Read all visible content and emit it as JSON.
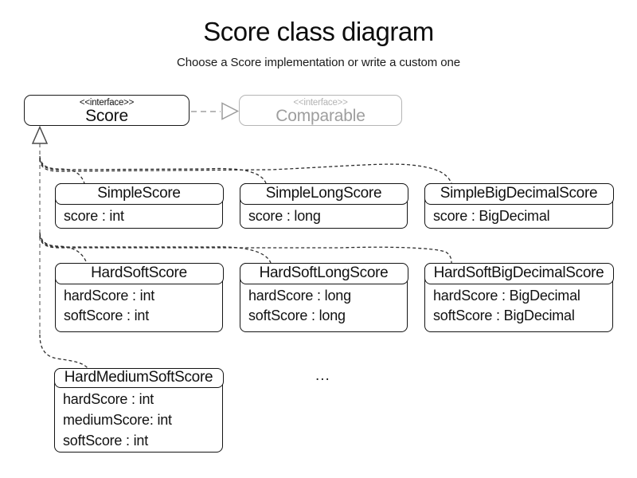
{
  "header": {
    "title": "Score class diagram",
    "subtitle": "Choose a Score implementation or write a custom one"
  },
  "interfaces": {
    "score": {
      "stereotype": "<<interface>>",
      "name": "Score"
    },
    "comparable": {
      "stereotype": "<<interface>>",
      "name": "Comparable"
    }
  },
  "classes": [
    {
      "name": "SimpleScore",
      "attributes": [
        "score : int"
      ]
    },
    {
      "name": "SimpleLongScore",
      "attributes": [
        "score : long"
      ]
    },
    {
      "name": "SimpleBigDecimalScore",
      "attributes": [
        "score : BigDecimal"
      ]
    },
    {
      "name": "HardSoftScore",
      "attributes": [
        "hardScore : int",
        "softScore : int"
      ]
    },
    {
      "name": "HardSoftLongScore",
      "attributes": [
        "hardScore : long",
        "softScore : long"
      ]
    },
    {
      "name": "HardSoftBigDecimalScore",
      "attributes": [
        "hardScore : BigDecimal",
        "softScore : BigDecimal"
      ]
    },
    {
      "name": "HardMediumSoftScore",
      "attributes": [
        "hardScore : int",
        "mediumScore: int",
        "softScore : int"
      ]
    }
  ],
  "ellipsis": "...",
  "colors": {
    "box_border": "#141414",
    "gray_interface": "#9e9e9e",
    "realization_line": "#2e2e2e",
    "trunk_line": "#888888",
    "comparable_edge": "#b8b8b8"
  }
}
